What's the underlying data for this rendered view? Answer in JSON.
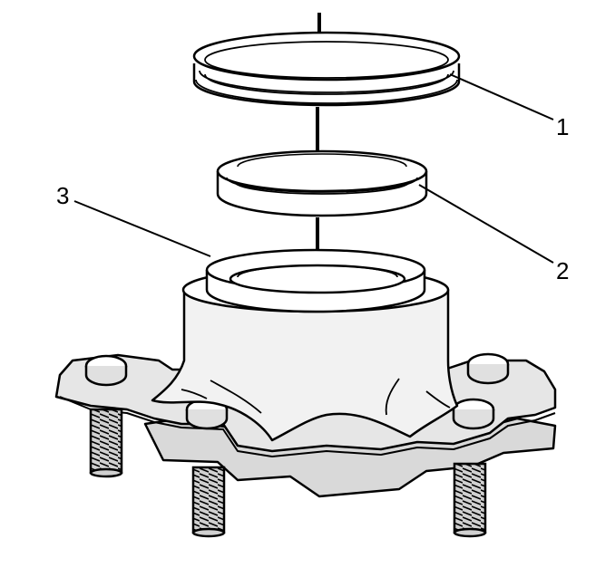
{
  "callouts": [
    {
      "id": "1",
      "text": "1"
    },
    {
      "id": "2",
      "text": "2"
    },
    {
      "id": "3",
      "text": "3"
    }
  ],
  "colors": {
    "line": "#000000",
    "fill_light": "#ffffff",
    "shade": "#d9d9d9",
    "shade_dark": "#bdbdbd"
  }
}
